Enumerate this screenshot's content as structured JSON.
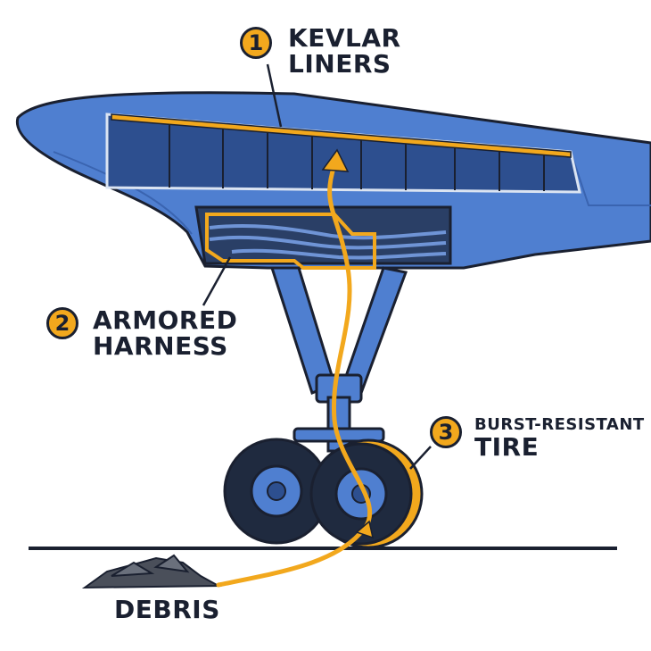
{
  "callouts": [
    {
      "number": "1",
      "line1": "KEVLAR",
      "line2": "LINERS"
    },
    {
      "number": "2",
      "line1": "ARMORED",
      "line2": "HARNESS"
    },
    {
      "number": "3",
      "line1": "BURST-RESISTANT",
      "line2": "TIRE"
    }
  ],
  "debris_label": "DEBRIS",
  "colors": {
    "fuselage": "#4f7fd0",
    "fuselage_dark": "#3a64b0",
    "outline": "#1a2030",
    "bay": "#2d4f8f",
    "accent": "#f2a81d",
    "tire": "#1f2a3f",
    "hub": "#4f7fd0"
  }
}
